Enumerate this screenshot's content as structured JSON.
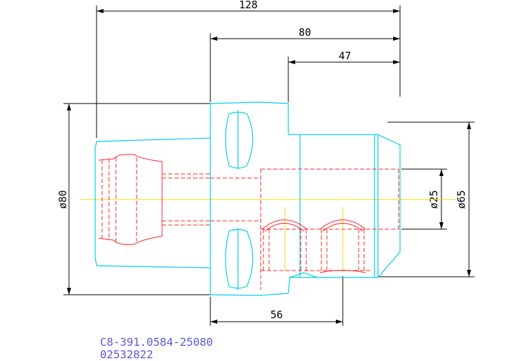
{
  "dimensions": {
    "overall_length": "128",
    "length_80": "80",
    "length_47": "47",
    "length_56": "56",
    "dia_80": "ø80",
    "dia_25": "ø25",
    "dia_65": "ø65"
  },
  "part_number": {
    "line1": "C8-391.0584-25080",
    "line2": "02532822"
  },
  "colors": {
    "outline": "#00cfe8",
    "hidden_lines": "#ff2020",
    "centerline": "#ffd400",
    "dimensions": "#000000",
    "part_text": "#5a5ad6"
  }
}
